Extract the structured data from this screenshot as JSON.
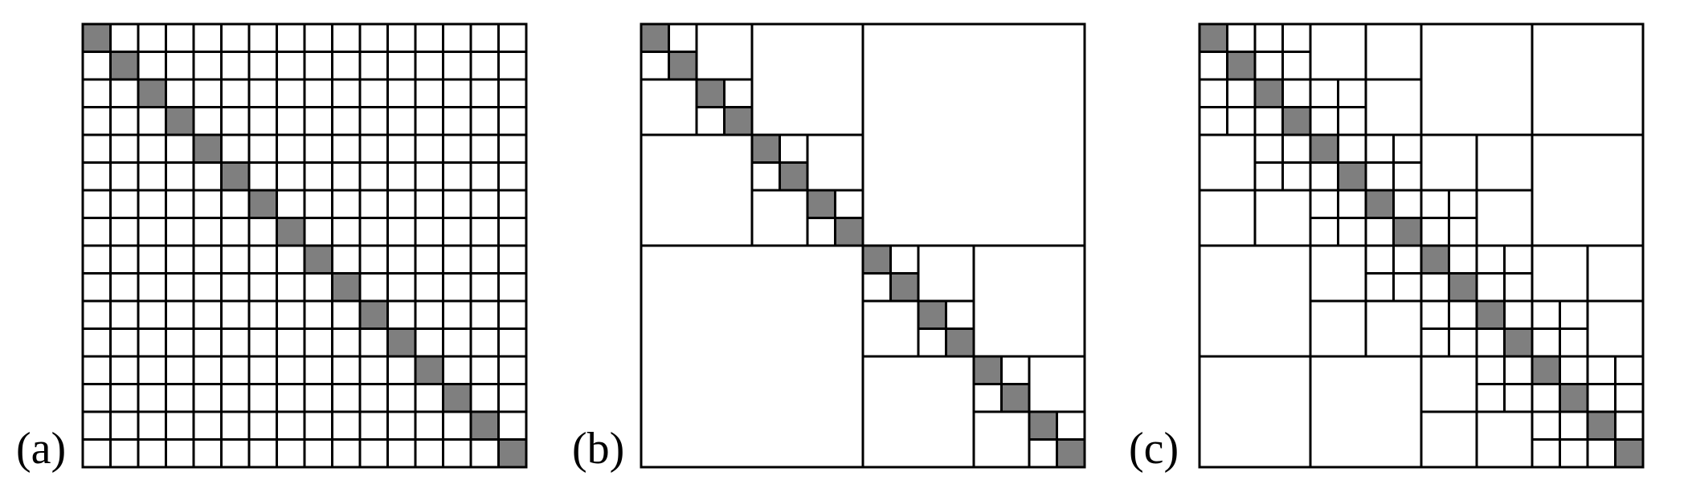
{
  "panels": [
    {
      "label": "(a)",
      "structure": "uniform",
      "n": 16,
      "diagonal_color": "#7f7f7f",
      "line_color": "#000000"
    },
    {
      "label": "(b)",
      "structure": "hierarchical-weak",
      "n": 16,
      "diagonal_color": "#7f7f7f",
      "line_color": "#000000"
    },
    {
      "label": "(c)",
      "structure": "hierarchical-strong",
      "n": 16,
      "diagonal_color": "#7f7f7f",
      "line_color": "#000000"
    }
  ]
}
